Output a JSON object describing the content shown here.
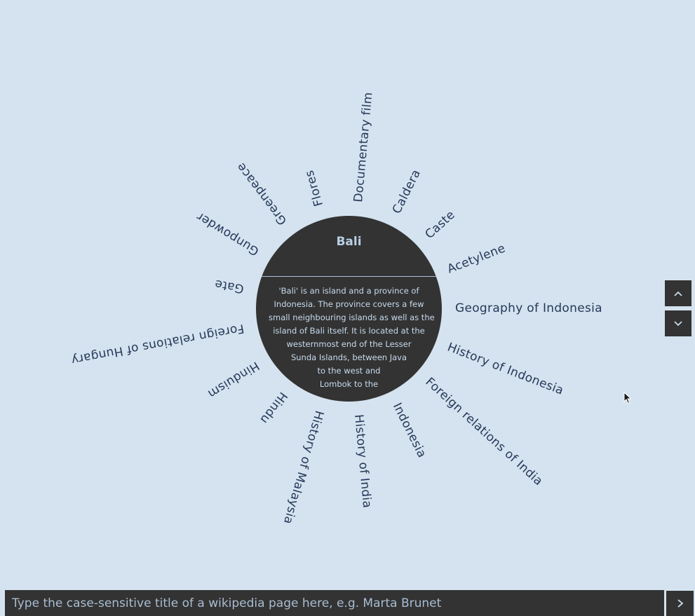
{
  "center": {
    "title": "Bali",
    "summary_lines": [
      "'Bali' is an island and a province of",
      "Indonesia. The province covers a few",
      "small neighbouring islands as well as the",
      "island of Bali itself. It is located at the",
      "westernmost end of the Lesser",
      "Sunda Islands, between Java",
      "to the west and",
      "Lombok to the"
    ]
  },
  "linked_pages": [
    "Geography of Indonesia",
    "History of Indonesia",
    "Foreign relations of India",
    "Indonesia",
    "History of India",
    "History of Malaysia",
    "Hindu",
    "Hinduism",
    "Foreign relations of Hungary",
    "Gate",
    "Gunpowder",
    "Greenpeace",
    "Flores",
    "Documentary film",
    "Caldera",
    "Caste",
    "Acetylene"
  ],
  "controls": {
    "scroll_up_icon": "chevron-up-icon",
    "scroll_down_icon": "chevron-down-icon",
    "go_icon": "chevron-right-icon"
  },
  "search": {
    "placeholder": "Type the case-sensitive title of a wikipedia page here, e.g. Marta Brunet",
    "value": ""
  },
  "colors": {
    "background": "#d4e3ef",
    "panel": "#333333",
    "label": "#27385a",
    "hub_text": "#b9cfe4"
  }
}
